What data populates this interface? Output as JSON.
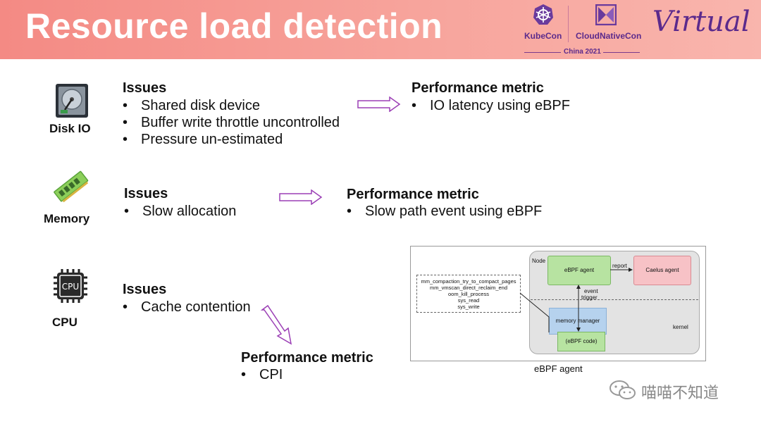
{
  "header": {
    "title": "Resource load detection",
    "kubecon": "KubeCon",
    "cloudnativecon": "CloudNativeCon",
    "event": "China 2021",
    "virtual": "Virtual"
  },
  "rows": [
    {
      "label": "Disk IO",
      "issues_heading": "Issues",
      "issues": [
        "Shared disk device",
        "Buffer write throttle uncontrolled",
        "Pressure un-estimated"
      ],
      "metric_heading": "Performance metric",
      "metrics": [
        "IO latency using eBPF"
      ]
    },
    {
      "label": "Memory",
      "issues_heading": "Issues",
      "issues": [
        "Slow allocation"
      ],
      "metric_heading": "Performance metric",
      "metrics": [
        "Slow path event using eBPF"
      ]
    },
    {
      "label": "CPU",
      "issues_heading": "Issues",
      "issues": [
        "Cache contention"
      ],
      "metric_heading": "Performance metric",
      "metrics": [
        "CPI"
      ]
    }
  ],
  "bullet": "•",
  "diagram": {
    "node_label": "Node",
    "ebpf_agent": "eBPF agent",
    "report": "report",
    "caelus_agent": "Caelus agent",
    "event_trigger_1": "event",
    "event_trigger_2": "trigger",
    "memory_manager": "memory manager",
    "ebpf_code": "(eBPF code)",
    "kernel": "kernel",
    "tracepoints": [
      "mm_compaction_try_to_compact_pages",
      "mm_vmscan_direct_reclaim_end",
      "oom_kill_process",
      "sys_read",
      "sys_write"
    ],
    "caption": "eBPF agent"
  },
  "watermark": "喵喵不知道",
  "colors": {
    "header_bg": "#f48a84",
    "brand_purple": "#5b2a8c",
    "arrow_purple": "#9b3fb5"
  }
}
